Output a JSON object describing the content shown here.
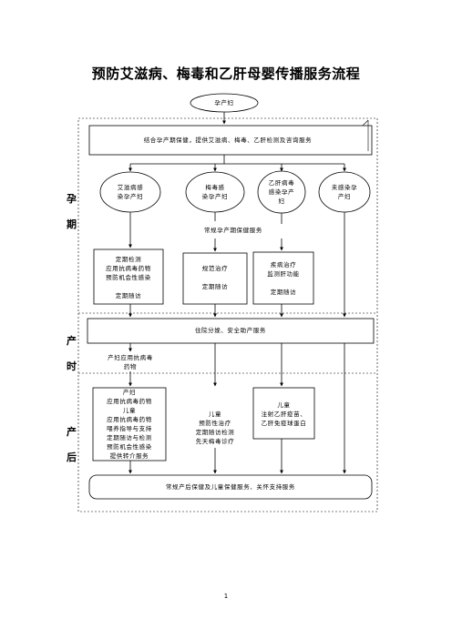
{
  "title": "预防艾滋病、梅毒和乙肝母婴传播服务流程",
  "page_number": "1",
  "side_labels": {
    "pregnancy": [
      "孕",
      "期"
    ],
    "delivery": [
      "产",
      "时"
    ],
    "postpartum": [
      "产",
      "后"
    ]
  },
  "nodes": {
    "pregnant_woman": "孕产妇",
    "combined_service": "结合孕产期保健，提供艾滋病、梅毒、乙肝检测及咨询服务",
    "hiv_infected": [
      "艾滋病感",
      "染孕产妇"
    ],
    "syphilis_infected": [
      "梅毒感",
      "染孕产妇"
    ],
    "hbv_infected": [
      "乙肝病毒",
      "感染孕产",
      "妇"
    ],
    "uninfected": [
      "未感染孕",
      "产妇"
    ],
    "routine_care": "常规孕产期保健服务",
    "hiv_box": [
      "定期检测",
      "应用抗病毒药物",
      "预防机会性感染",
      "",
      "定期随访"
    ],
    "syphilis_box": [
      "规范治疗",
      "",
      "定期随访"
    ],
    "hbv_box": [
      "疾病治疗",
      "监测肝功能",
      "",
      "定期随访"
    ],
    "safe_delivery": "住院分娩、安全助产服务",
    "delivery_arv": [
      "产妇应用抗病毒",
      "药物"
    ],
    "post_hiv_box": [
      "产妇",
      "应用抗病毒药物",
      "儿童",
      "应用抗病毒药物",
      "喂养指导与支持",
      "定期随访与检测",
      "预防机会性感染",
      "提供转介服务"
    ],
    "post_syphilis_child": [
      "儿童",
      "预防性治疗",
      "定期随访检测",
      "先天梅毒诊疗"
    ],
    "post_hbv_child": [
      "儿童",
      "注射乙肝疫苗、",
      "乙肝免疫球蛋白"
    ],
    "postpartum_care": "常规产后保健及儿童保健服务、关怀支持服务"
  }
}
